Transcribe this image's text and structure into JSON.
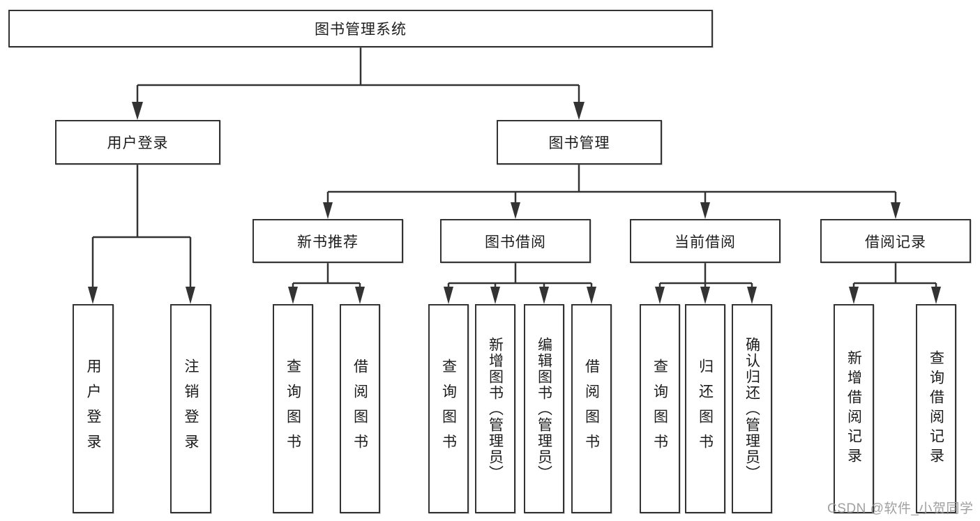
{
  "nodes": {
    "root": "图书管理系统",
    "user_login": "用户登录",
    "book_mgmt": "图书管理",
    "new_book_rec": "新书推荐",
    "book_borrow": "图书借阅",
    "current_borrow": "当前借阅",
    "borrow_record": "借阅记录",
    "leaf_user_login": "用户登录",
    "leaf_logout": "注销登录",
    "leaf_nb_query": "查询图书",
    "leaf_nb_borrow": "借阅图书",
    "leaf_bb_query": "查询图书",
    "leaf_bb_add": "新增图书（管理员）",
    "leaf_bb_edit": "编辑图书（管理员）",
    "leaf_bb_borrow": "借阅图书",
    "leaf_cb_query": "查询图书",
    "leaf_cb_return": "归还图书",
    "leaf_cb_confirm": "确认归还（管理员）",
    "leaf_br_add": "新增借阅记录",
    "leaf_br_query": "查询借阅记录"
  },
  "watermark": "CSDN @软件_小贺同学",
  "colors": {
    "line": "#333333",
    "box_border": "#333333",
    "box_bg": "#ffffff",
    "text": "#1c1c1c",
    "watermark": "#969696"
  }
}
